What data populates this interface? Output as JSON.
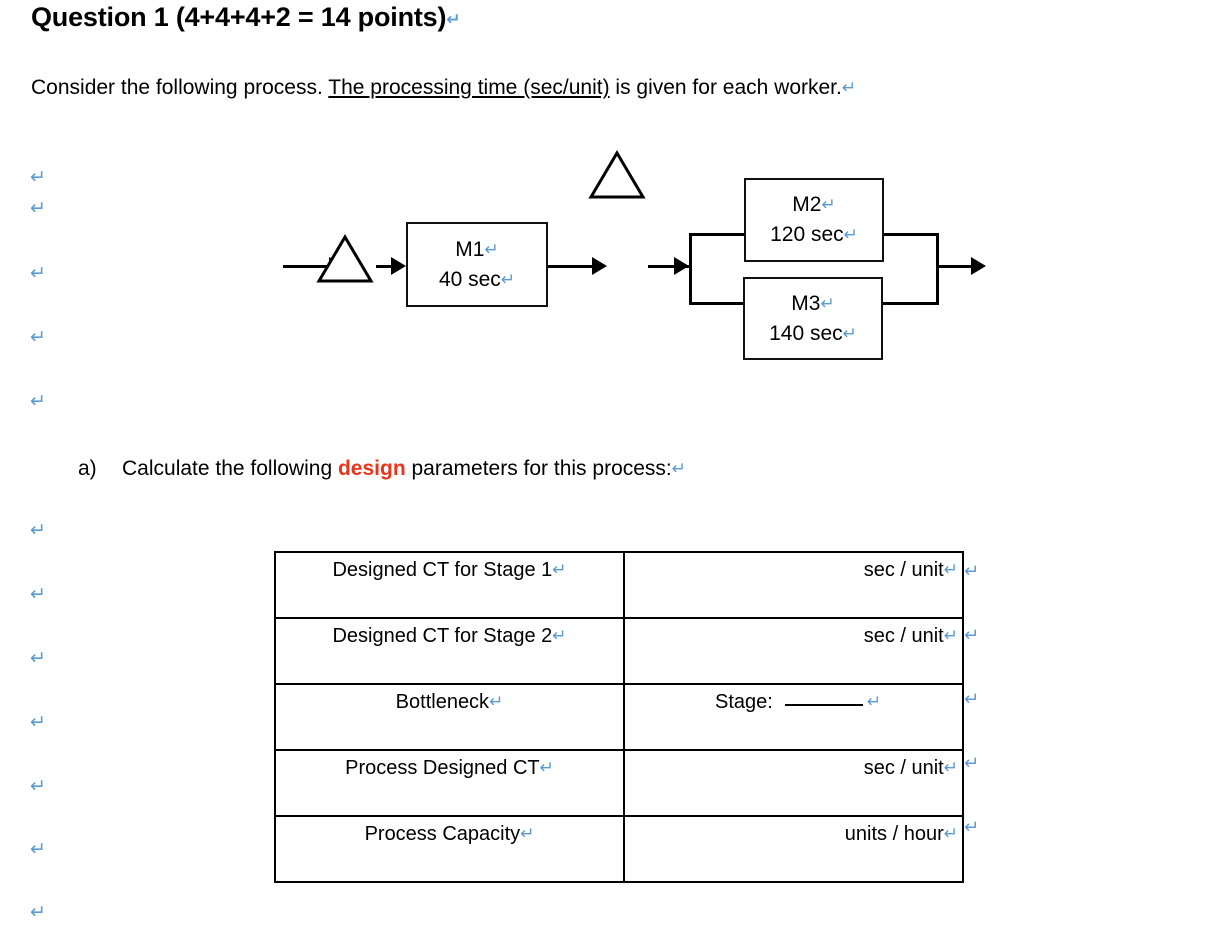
{
  "document": {
    "title_text": "Question 1 (4+4+4+2 = 14 points)",
    "intro_prefix": "Consider the following process. ",
    "intro_underlined": "The processing time (sec/unit)",
    "intro_suffix": " is given for each worker.",
    "pilcrow_glyph": "↵"
  },
  "part_a": {
    "marker": "a)",
    "text_before": "Calculate the following ",
    "emphasis": "design",
    "text_after": " parameters for this process:"
  },
  "diagram": {
    "stage1": {
      "box_label": "M1",
      "box_time": "40 sec"
    },
    "stage2": {
      "upper_box_label": "M2",
      "upper_box_time": "120 sec",
      "lower_box_label": "M3",
      "lower_box_time": "140 sec"
    }
  },
  "table": {
    "rows": [
      {
        "label": "Designed CT for Stage 1",
        "value": "",
        "units": "sec / unit",
        "kind": "units"
      },
      {
        "label": "Designed CT for Stage 2",
        "value": "",
        "units": "sec / unit",
        "kind": "units"
      },
      {
        "label": "Bottleneck",
        "value": "Stage:",
        "units": "",
        "kind": "stage"
      },
      {
        "label": "Process Designed CT",
        "value": "",
        "units": "sec / unit",
        "kind": "units"
      },
      {
        "label": "Process Capacity",
        "value": "",
        "units": "units / hour",
        "kind": "units"
      }
    ]
  },
  "margin_marks": {
    "glyph": "↵",
    "count": 12
  },
  "colors": {
    "pilcrow_blue": "#5B9BD5",
    "emphasis_red": "#E8361C",
    "ink": "#000000"
  }
}
